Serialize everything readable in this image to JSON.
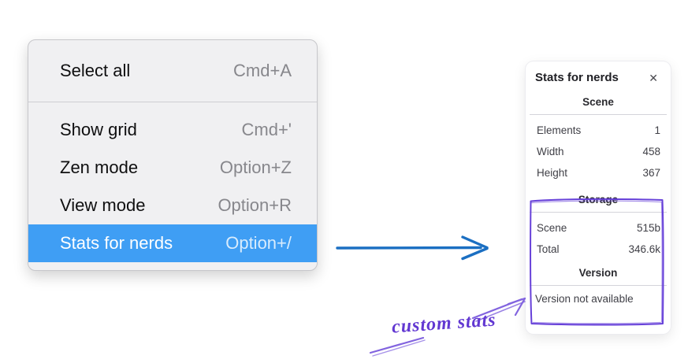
{
  "context_menu": {
    "groups": [
      {
        "items": [
          {
            "label": "Select all",
            "shortcut": "Cmd+A"
          }
        ]
      },
      {
        "items": [
          {
            "label": "Show grid",
            "shortcut": "Cmd+'"
          },
          {
            "label": "Zen mode",
            "shortcut": "Option+Z"
          },
          {
            "label": "View mode",
            "shortcut": "Option+R"
          },
          {
            "label": "Stats for nerds",
            "shortcut": "Option+/"
          }
        ]
      }
    ],
    "selected_item": "Stats for nerds"
  },
  "stats_panel": {
    "title": "Stats for nerds",
    "close_icon": "✕",
    "sections": [
      {
        "heading": "Scene",
        "rows": [
          {
            "label": "Elements",
            "value": "1"
          },
          {
            "label": "Width",
            "value": "458"
          },
          {
            "label": "Height",
            "value": "367"
          }
        ]
      },
      {
        "heading": "Storage",
        "rows": [
          {
            "label": "Scene",
            "value": "515b"
          },
          {
            "label": "Total",
            "value": "346.6k"
          }
        ]
      },
      {
        "heading": "Version",
        "note": "Version not available"
      }
    ]
  },
  "annotation": {
    "label": "custom stats"
  },
  "colors": {
    "menu_highlight": "#3f9ef4",
    "pointer_arrow_blue": "#1b6fc2",
    "annotation_purple": "#6741d9",
    "annotation_text_purple": "#6238d2",
    "menu_background": "#f0f0f2",
    "panel_background": "#ffffff"
  }
}
